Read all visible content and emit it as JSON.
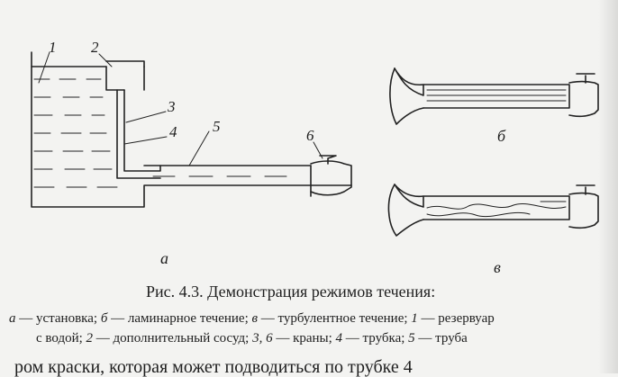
{
  "figure": {
    "labels": {
      "l1": "1",
      "l2": "2",
      "l3": "3",
      "l4": "4",
      "l5": "5",
      "l6": "6"
    },
    "subfig": {
      "a": "а",
      "b": "б",
      "v": "в"
    }
  },
  "caption": {
    "title": "Рис. 4.3. Демонстрация режимов течения:",
    "legend_line1": [
      {
        "italic": true,
        "text": "а"
      },
      {
        "italic": false,
        "text": " — установка; "
      },
      {
        "italic": true,
        "text": "б"
      },
      {
        "italic": false,
        "text": " — ламинарное течение; "
      },
      {
        "italic": true,
        "text": "в"
      },
      {
        "italic": false,
        "text": " — турбулентное течение; "
      },
      {
        "italic": true,
        "text": "1"
      },
      {
        "italic": false,
        "text": " — резервуар"
      }
    ],
    "legend_line2": [
      {
        "italic": false,
        "text": "с водой; "
      },
      {
        "italic": true,
        "text": "2"
      },
      {
        "italic": false,
        "text": " — дополнительный сосуд; "
      },
      {
        "italic": true,
        "text": "3, 6"
      },
      {
        "italic": false,
        "text": " — краны; "
      },
      {
        "italic": true,
        "text": "4"
      },
      {
        "italic": false,
        "text": " — трубка; "
      },
      {
        "italic": true,
        "text": "5"
      },
      {
        "italic": false,
        "text": " — труба"
      }
    ]
  },
  "body_text": "ром краски, которая может подводиться по трубке 4"
}
